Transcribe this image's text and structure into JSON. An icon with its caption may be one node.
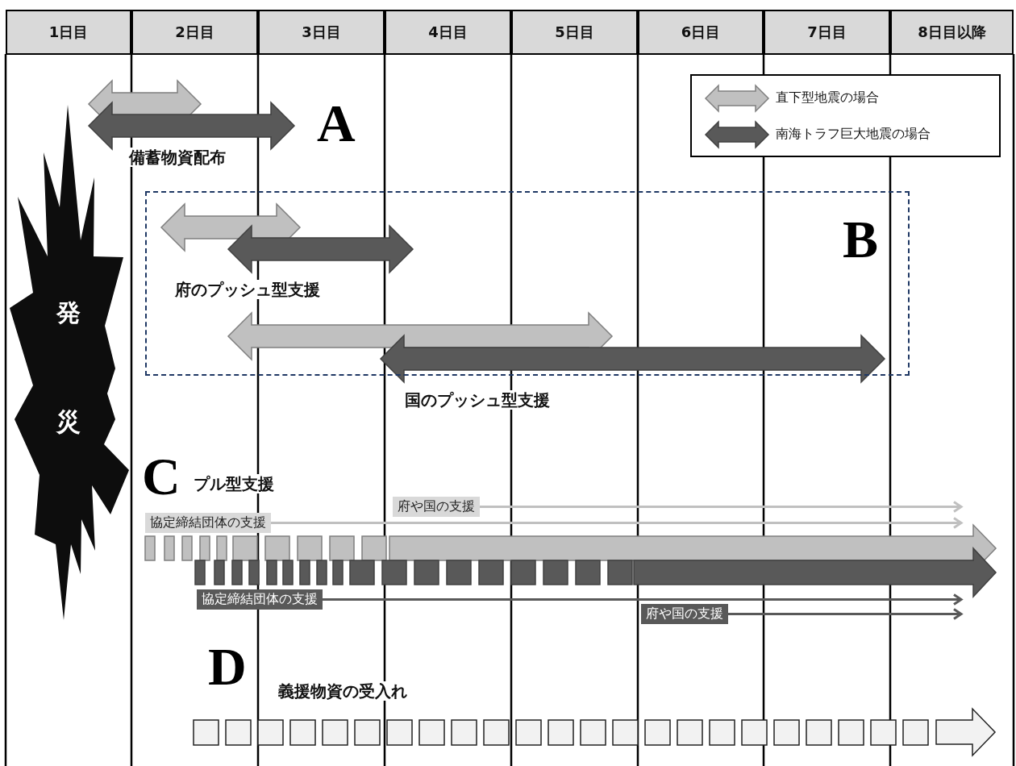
{
  "diagram": {
    "nodes": [
      {
        "text": [
          "1日目"
        ]
      },
      {
        "text": [
          "2日目"
        ]
      },
      {
        "text": [
          "3日目"
        ]
      },
      {
        "text": [
          "4日目"
        ]
      },
      {
        "text": [
          "5日目"
        ]
      },
      {
        "text": [
          "6日目"
        ]
      },
      {
        "text": [
          "7日目"
        ]
      },
      {
        "text": [
          "8日目以降"
        ]
      },
      {
        "text": [
          "発",
          "災"
        ]
      },
      {
        "text": [
          "B",
          "府のプッシュ型支援",
          "国のプッシュ型支援"
        ]
      },
      {
        "text": [
          "府や国の支援"
        ]
      },
      {
        "text": [
          "協定締結団体の支援"
        ]
      },
      {
        "text": [
          "協定締結団体の支援"
        ]
      },
      {
        "text": [
          "府や国の支援"
        ]
      }
    ],
    "edges": [
      {
        "from": 10,
        "to": null,
        "arrow": "to",
        "color": "#c0c0c0"
      },
      {
        "from": 11,
        "to": null,
        "arrow": "to",
        "color": "#c0c0c0"
      },
      {
        "from": 12,
        "to": null,
        "arrow": "to",
        "color": "#595959"
      },
      {
        "from": 13,
        "to": null,
        "arrow": "to",
        "color": "#595959"
      }
    ],
    "labels": [
      "A",
      "備蓄物資配布",
      "C",
      "プル型支援",
      "D",
      "義援物資の受入れ"
    ],
    "legend": [
      {
        "text": "直下型地震の場合"
      },
      {
        "text": "南海トラフ巨大地震の場合"
      }
    ]
  }
}
